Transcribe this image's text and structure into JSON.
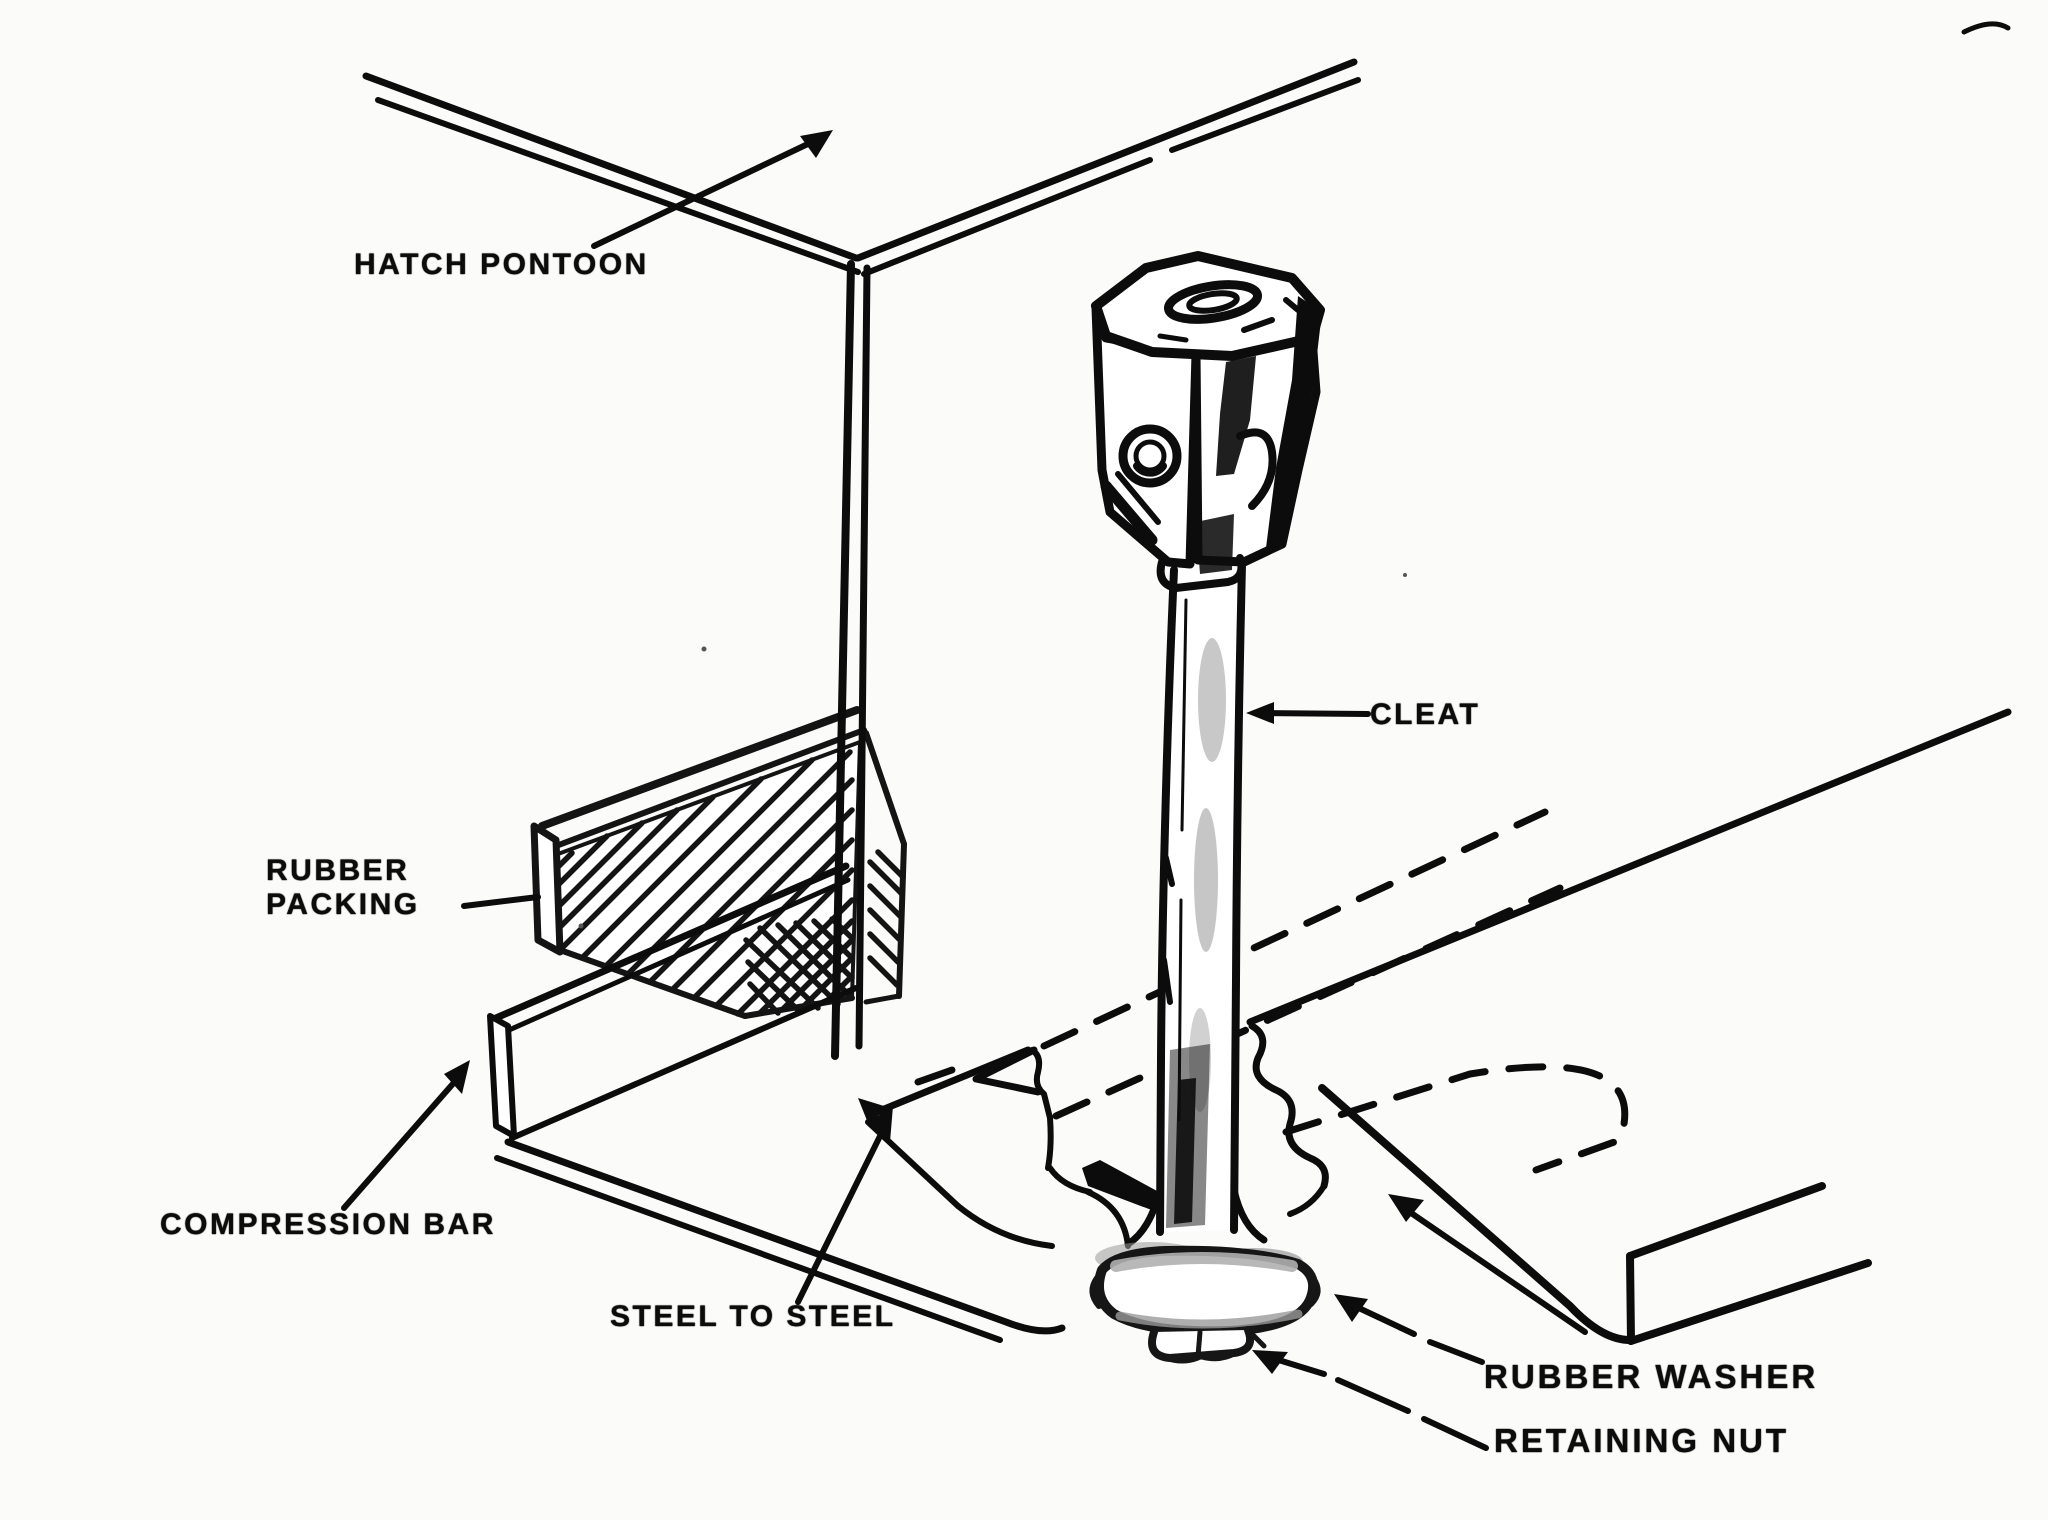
{
  "diagram": {
    "title": "Hatch pontoon cleat assembly diagram",
    "labels": {
      "hatch_pontoon": "HATCH PONTOON",
      "rubber_packing_line1": "RUBBER",
      "rubber_packing_line2": "PACKING",
      "compression_bar": "COMPRESSION BAR",
      "steel_to_steel": "STEEL TO STEEL",
      "cleat": "CLEAT",
      "rubber_washer": "RUBBER WASHER",
      "retaining_nut": "RETAINING NUT"
    },
    "colors": {
      "ink": "#0c0c0c",
      "paper": "#fbfbf9",
      "shade_gray": "#999999"
    }
  }
}
